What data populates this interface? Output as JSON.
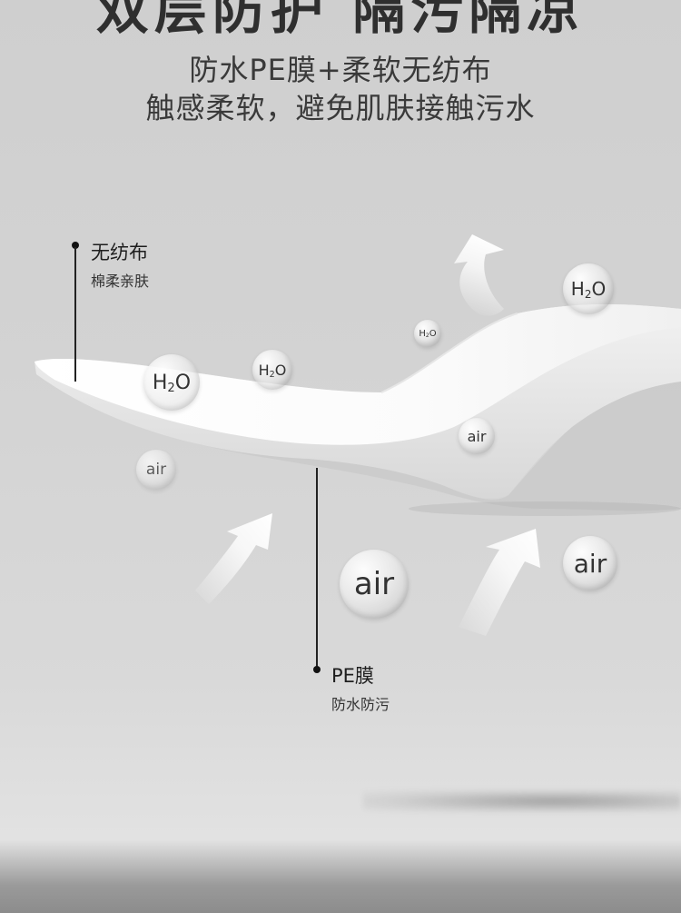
{
  "header": {
    "title": "双层防护 隔污隔凉",
    "line1": "防水PE膜+柔软无纺布",
    "line2": "触感柔软，避免肌肤接触污水"
  },
  "labels": {
    "top": {
      "title": "无纺布",
      "desc": "棉柔亲肤"
    },
    "bottom": {
      "title": "PE膜",
      "desc": "防水防污"
    }
  },
  "bubbles": {
    "h2o_text": "H",
    "h2o_sub": "2",
    "h2o_tail": "O",
    "air_text": "air"
  }
}
